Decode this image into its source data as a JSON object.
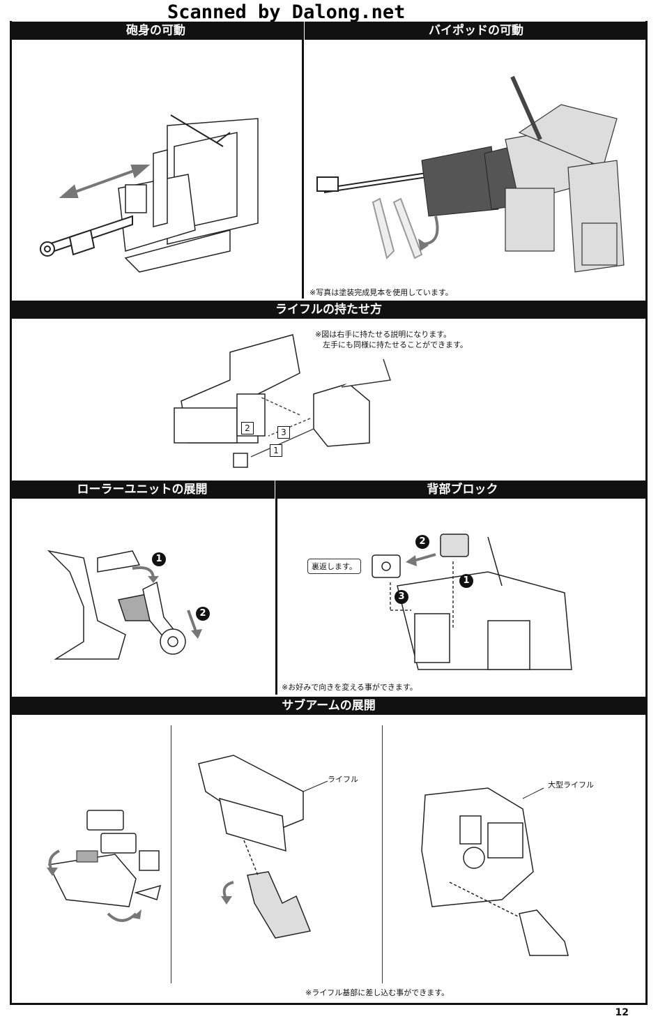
{
  "watermark": "Scanned by Dalong.net",
  "sections": {
    "barrel": {
      "title": "砲身の可動"
    },
    "bipod": {
      "title": "バイポッドの可動",
      "note": "※写真は塗装完成見本を使用しています。"
    },
    "rifle_hold": {
      "title": "ライフルの持たせ方",
      "note": "※図は右手に持たせる説明になります。\n　左手にも同様に持たせることができます。",
      "steps": [
        "1",
        "2",
        "3"
      ]
    },
    "roller": {
      "title": "ローラーユニットの展開",
      "steps": [
        "1",
        "2"
      ]
    },
    "back_block": {
      "title": "背部ブロック",
      "flip_label": "裏返します。",
      "steps": [
        "1",
        "2",
        "3"
      ],
      "note": "※お好みで向きを変える事ができます。"
    },
    "sub_arm": {
      "title": "サブアームの展開",
      "rifle_label": "ライフル",
      "large_rifle_label": "大型ライフル",
      "note": "※ライフル基部に差し込む事ができます。"
    }
  },
  "page_number": "12"
}
